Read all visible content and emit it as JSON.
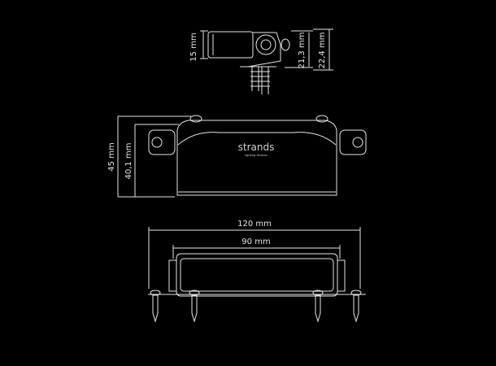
{
  "side_view": {
    "dim_height": "15 mm",
    "dim_mid": "21,3 mm",
    "dim_total": "22,4 mm"
  },
  "front_view": {
    "dim_total": "45 mm",
    "dim_body": "40,1 mm",
    "logo": "strands",
    "logo_sub": "lighting division"
  },
  "top_view": {
    "dim_total": "120 mm",
    "dim_body": "90 mm"
  },
  "colors": {
    "background": "#000000",
    "line": "#e6e6e6"
  }
}
